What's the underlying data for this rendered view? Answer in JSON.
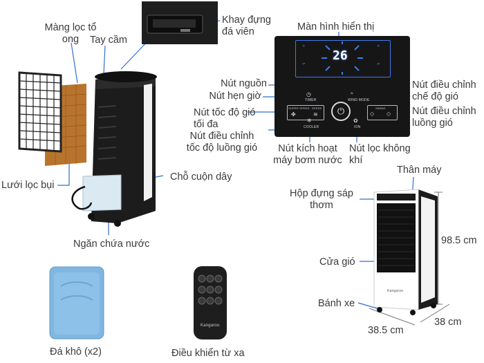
{
  "labels": {
    "filter_honeycomb": "Màng lọc tổ\nong",
    "handle": "Tay cầm",
    "ice_tray": "Khay đựng\nđá viên",
    "display_screen": "Màn hình hiển thị",
    "power_button": "Nút nguồn",
    "timer_button": "Nút hẹn giờ",
    "max_speed_button": "Nút tốc độ gió\ntối đa",
    "speed_adjust_button": "Nút điều chỉnh\ntốc độ luồng gió",
    "pump_button": "Nút kích hoạt\nmáy bơm nước",
    "ion_button": "Nút lọc không\nkhí",
    "wind_mode_button": "Nút điều chỉnh\nchế độ gió",
    "swing_button": "Nút điều chỉnh\nluồng gió",
    "dust_filter": "Lưới lọc bụi",
    "cord_holder": "Chỗ cuộn dây",
    "water_tank": "Ngăn chứa nước",
    "body": "Thân máy",
    "scent_box": "Hộp đựng sáp\nthơm",
    "air_outlet": "Cửa gió",
    "wheels": "Bánh xe",
    "ice_packs": "Đá khô (x2)",
    "remote": "Điều khiển từ xa"
  },
  "dimensions": {
    "height": "98.5 cm",
    "width": "38.5 cm",
    "depth": "38 cm"
  },
  "panel": {
    "display_value": "26",
    "timer_text": "TIMER",
    "wind_mode_text": "WIND MODE",
    "super_speed_text": "SUPER SPEED",
    "speed_text": "SPEED",
    "cooler_text": "COOLER",
    "ion_text": "ION",
    "swing_text": "SWING"
  },
  "brand": {
    "name": "Kangaroo"
  },
  "colors": {
    "leader_line": "#2f6fd1",
    "ice_pack": "#7fb7e0",
    "panel": "#161616",
    "display_blue": "#3a7cf0"
  }
}
